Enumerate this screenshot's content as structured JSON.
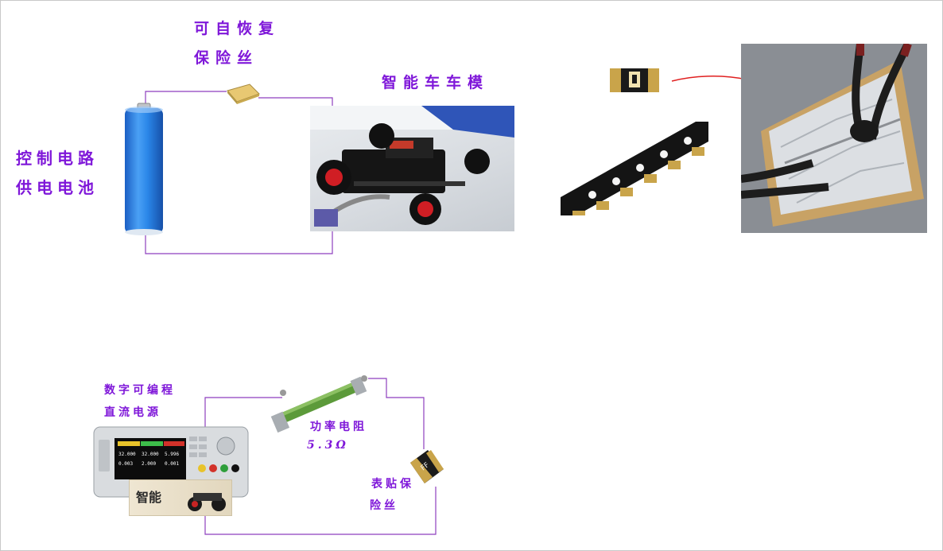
{
  "diagram1": {
    "fuse_label_line1": "可自恢复",
    "fuse_label_line2": "保险丝",
    "car_label": "智能车车模",
    "battery_label_line1": "控制电路",
    "battery_label_line2": "供电电池"
  },
  "diagram2": {
    "psu_label_line1": "数字可编程",
    "psu_label_line2": "直流电源",
    "resistor_label_line1": "功率电阻",
    "resistor_label_line2": "5.3Ω",
    "smd_fuse_label_line1": "表贴保",
    "smd_fuse_label_line2": "险丝",
    "psu_display_values": [
      "32.000",
      "32.000",
      "5.996",
      "0.003",
      "2.000",
      "0.001"
    ],
    "poster_text": "智能"
  },
  "colors": {
    "label": "#7f17d9",
    "wire": "#8e3fbf",
    "battery": "#2a86e8",
    "arrow": "#e02020"
  }
}
